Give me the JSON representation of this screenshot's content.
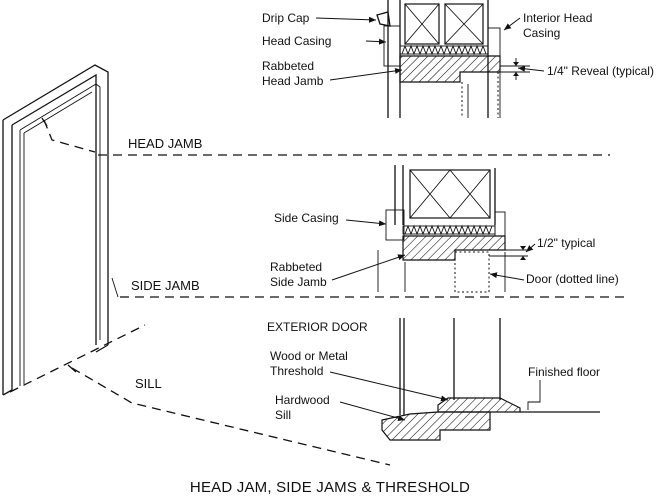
{
  "title": "HEAD JAM, SIDE JAMS & THRESHOLD",
  "overview": {
    "head_jamb": "HEAD JAMB",
    "side_jamb": "SIDE JAMB",
    "sill": "SILL"
  },
  "head_detail": {
    "drip_cap": "Drip Cap",
    "head_casing": "Head Casing",
    "rabbeted_line1": "Rabbeted",
    "rabbeted_line2": "Head Jamb",
    "interior_line1": "Interior Head",
    "interior_line2": "Casing",
    "reveal": "1/4\" Reveal (typical)"
  },
  "side_detail": {
    "side_casing": "Side Casing",
    "rabbeted_line1": "Rabbeted",
    "rabbeted_line2": "Side Jamb",
    "typical": "1/2\" typical",
    "door": "Door (dotted line)"
  },
  "sill_detail": {
    "exterior_door": "EXTERIOR DOOR",
    "threshold_line1": "Wood or Metal",
    "threshold_line2": "Threshold",
    "sill_line1": "Hardwood",
    "sill_line2": "Sill",
    "finished_floor": "Finished floor"
  }
}
